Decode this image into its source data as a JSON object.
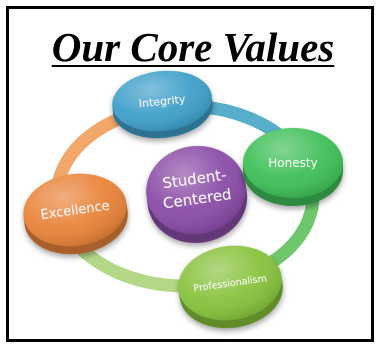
{
  "title": "Our Core Values",
  "center": {
    "lines": [
      "Student-",
      "Centered"
    ],
    "color": "#8a4ca6"
  },
  "values": [
    {
      "label": "Integrity",
      "color": "#3f9fc9"
    },
    {
      "label": "Honesty",
      "color": "#3fbf57"
    },
    {
      "label": "Professionalism",
      "color": "#88c23d"
    },
    {
      "label": "Excellence",
      "color": "#e9833a"
    }
  ],
  "ring_segments": [
    {
      "from": "Integrity",
      "to": "Honesty",
      "color": "#57aecb"
    },
    {
      "from": "Honesty",
      "to": "Professionalism",
      "color": "#6fc76b"
    },
    {
      "from": "Professionalism",
      "to": "Excellence",
      "color": "#b5d788"
    },
    {
      "from": "Excellence",
      "to": "Integrity",
      "color": "#f2a86b"
    }
  ]
}
